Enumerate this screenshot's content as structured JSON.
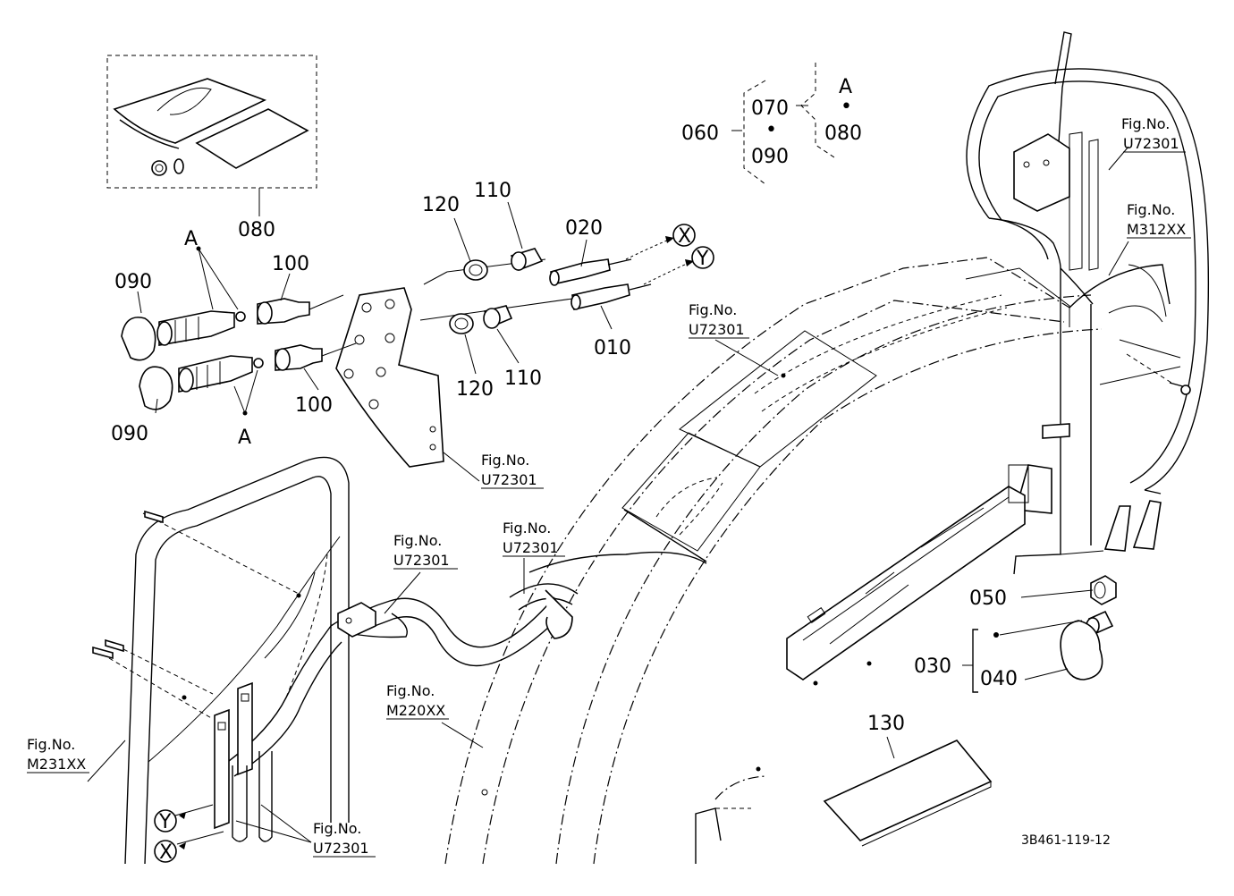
{
  "labels": {
    "p010": "010",
    "p020": "020",
    "p030": "030",
    "p040": "040",
    "p050": "050",
    "p060": "060",
    "p070": "070",
    "p080_top": "080",
    "p080_kit": "080",
    "p090_top": "090",
    "p090_a": "090",
    "p090_b": "090",
    "p100_a": "100",
    "p100_b": "100",
    "p110_a": "110",
    "p110_b": "110",
    "p120_a": "120",
    "p120_b": "120",
    "p130": "130",
    "a_top": "A",
    "a_left_top": "A",
    "a_left_bottom": "A",
    "dot": "•",
    "x_top": "X",
    "y_top": "Y",
    "x_bottom": "X",
    "y_bottom": "Y"
  },
  "figrefs": [
    {
      "label": "Fig.No.",
      "code": "U72301"
    },
    {
      "label": "Fig.No.",
      "code": "M312XX"
    },
    {
      "label": "Fig.No.",
      "code": "U72301"
    },
    {
      "label": "Fig.No.",
      "code": "U72301"
    },
    {
      "label": "Fig.No.",
      "code": "U72301"
    },
    {
      "label": "Fig.No.",
      "code": "U72301"
    },
    {
      "label": "Fig.No.",
      "code": "M220XX"
    },
    {
      "label": "Fig.No.",
      "code": "M231XX"
    },
    {
      "label": "Fig.No.",
      "code": "U72301"
    }
  ],
  "drawing_code": "3B461-119-12"
}
